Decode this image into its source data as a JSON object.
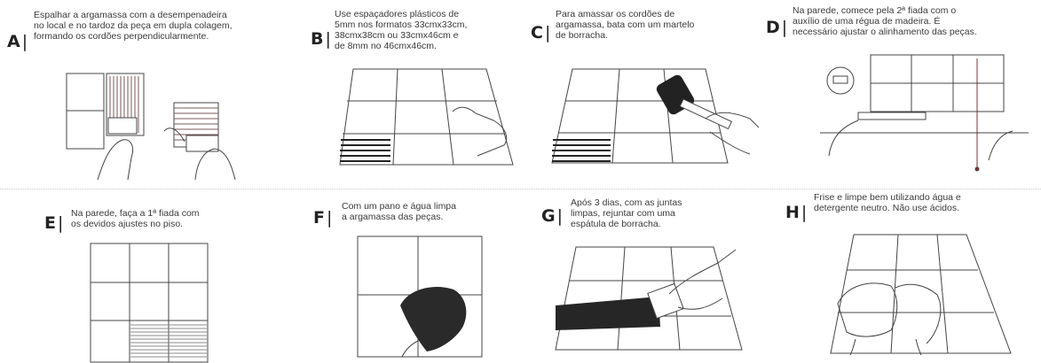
{
  "steps": [
    {
      "letter": "A",
      "text": "Espalhar a argamassa com a desempenadeira\nno local e no tardoz da peça em dupla colagem,\nformando os cordões perpendicularmente."
    },
    {
      "letter": "B",
      "text": "Use espaçadores plásticos de\n5mm nos formatos 33cmx33cm,\n38cmx38cm ou 33cmx46cm e\nde 8mm no 46cmx46cm."
    },
    {
      "letter": "C",
      "text": "Para amassar os cordões de\nargamassa, bata com um martelo\nde borracha."
    },
    {
      "letter": "D",
      "text": "Na parede, comece pela 2ª fiada com o\nauxílio de uma régua de madeira. É\nnecessário ajustar o alinhamento das peças."
    },
    {
      "letter": "E",
      "text": "Na parede, faça a 1ª fiada com\nos devidos ajustes no piso."
    },
    {
      "letter": "F",
      "text": "Com um pano e água limpa\na argamassa das peças."
    },
    {
      "letter": "G",
      "text": "Após 3 dias, com as juntas\nlimpas, rejuntar com uma\nespátula de borracha."
    },
    {
      "letter": "H",
      "text": "Frise e limpe bem utilizando água e\ndetergente neutro. Não use ácidos."
    }
  ]
}
